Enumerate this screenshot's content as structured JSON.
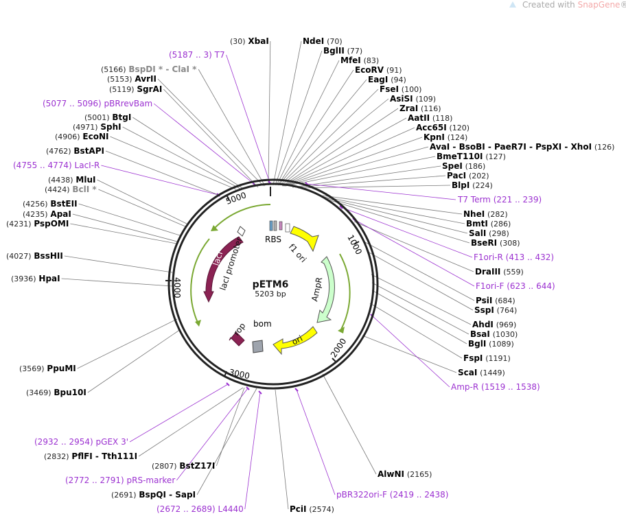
{
  "watermark": {
    "prefix": "Created with ",
    "brand": "SnapGene",
    "reg": "®"
  },
  "plasmid": {
    "name": "pETM6",
    "size": "5203 bp",
    "length": 5203
  },
  "ticks": [
    "1000",
    "2000",
    "3000",
    "4000",
    "5000"
  ],
  "features": [
    {
      "name": "RBS",
      "kind": "RBS"
    },
    {
      "name": "f1 ori",
      "kind": "rep_origin"
    },
    {
      "name": "AmpR",
      "kind": "CDS"
    },
    {
      "name": "ori",
      "kind": "rep_origin"
    },
    {
      "name": "bom",
      "kind": "misc"
    },
    {
      "name": "rop",
      "kind": "CDS"
    },
    {
      "name": "lacI",
      "kind": "CDS"
    },
    {
      "name": "lacI promoter",
      "kind": "promoter"
    }
  ],
  "colors": {
    "lacI": "#8b2253",
    "ori": "#ffff00",
    "AmpR": "#ccffcc",
    "rop": "#8b2253",
    "bom": "#9ea4ad",
    "purple": "#9b30d0",
    "green": "#7aa832"
  },
  "labels": [
    {
      "name": "XbaI",
      "pos": "(30)",
      "style": "bold"
    },
    {
      "name": "NdeI",
      "pos": "(70)",
      "style": "bold"
    },
    {
      "name": "BglII",
      "pos": "(77)",
      "style": "bold"
    },
    {
      "name": "MfeI",
      "pos": "(83)",
      "style": "bold"
    },
    {
      "name": "EcoRV",
      "pos": "(91)",
      "style": "bold"
    },
    {
      "name": "EagI",
      "pos": "(94)",
      "style": "bold"
    },
    {
      "name": "FseI",
      "pos": "(100)",
      "style": "bold"
    },
    {
      "name": "AsiSI",
      "pos": "(109)",
      "style": "bold"
    },
    {
      "name": "ZraI",
      "pos": "(116)",
      "style": "bold"
    },
    {
      "name": "AatII",
      "pos": "(118)",
      "style": "bold"
    },
    {
      "name": "Acc65I",
      "pos": "(120)",
      "style": "bold"
    },
    {
      "name": "KpnI",
      "pos": "(124)",
      "style": "bold"
    },
    {
      "name": "AvaI - BsoBI - PaeR7I - PspXI - XhoI",
      "pos": "(126)",
      "style": "bold"
    },
    {
      "name": "BmeT110I",
      "pos": "(127)",
      "style": "bold"
    },
    {
      "name": "SpeI",
      "pos": "(186)",
      "style": "bold"
    },
    {
      "name": "PacI",
      "pos": "(202)",
      "style": "bold"
    },
    {
      "name": "BlpI",
      "pos": "(224)",
      "style": "bold"
    },
    {
      "name": "T7 Term",
      "pos": "(221 .. 239)",
      "style": "primer"
    },
    {
      "name": "NheI",
      "pos": "(282)",
      "style": "bold"
    },
    {
      "name": "BmtI",
      "pos": "(286)",
      "style": "bold"
    },
    {
      "name": "SalI",
      "pos": "(298)",
      "style": "bold"
    },
    {
      "name": "BseRI",
      "pos": "(308)",
      "style": "bold"
    },
    {
      "name": "F1ori-R",
      "pos": "(413 .. 432)",
      "style": "primer"
    },
    {
      "name": "DraIII",
      "pos": "(559)",
      "style": "bold"
    },
    {
      "name": "F1ori-F",
      "pos": "(623 .. 644)",
      "style": "primer"
    },
    {
      "name": "PsiI",
      "pos": "(684)",
      "style": "bold"
    },
    {
      "name": "SspI",
      "pos": "(764)",
      "style": "bold"
    },
    {
      "name": "AhdI",
      "pos": "(969)",
      "style": "bold"
    },
    {
      "name": "BsaI",
      "pos": "(1030)",
      "style": "bold"
    },
    {
      "name": "BglI",
      "pos": "(1089)",
      "style": "bold"
    },
    {
      "name": "FspI",
      "pos": "(1191)",
      "style": "bold"
    },
    {
      "name": "ScaI",
      "pos": "(1449)",
      "style": "bold"
    },
    {
      "name": "Amp-R",
      "pos": "(1519 .. 1538)",
      "style": "primer"
    },
    {
      "name": "AlwNI",
      "pos": "(2165)",
      "style": "bold"
    },
    {
      "name": "pBR322ori-F",
      "pos": "(2419 .. 2438)",
      "style": "primer"
    },
    {
      "name": "PciI",
      "pos": "(2574)",
      "style": "bold"
    },
    {
      "name": "L4440",
      "pos": "(2672 .. 2689)",
      "style": "primer"
    },
    {
      "name": "BspQI - SapI",
      "pos": "(2691)",
      "style": "bold"
    },
    {
      "name": "pRS-marker",
      "pos": "(2772 .. 2791)",
      "style": "primer"
    },
    {
      "name": "BstZ17I",
      "pos": "(2807)",
      "style": "bold"
    },
    {
      "name": "PflFI - Tth111I",
      "pos": "(2832)",
      "style": "bold"
    },
    {
      "name": "pGEX 3'",
      "pos": "(2932 .. 2954)",
      "style": "primer"
    },
    {
      "name": "Bpu10I",
      "pos": "(3469)",
      "style": "bold"
    },
    {
      "name": "PpuMI",
      "pos": "(3569)",
      "style": "bold"
    },
    {
      "name": "HpaI",
      "pos": "(3936)",
      "style": "bold"
    },
    {
      "name": "BssHII",
      "pos": "(4027)",
      "style": "bold"
    },
    {
      "name": "PspOMI",
      "pos": "(4231)",
      "style": "bold"
    },
    {
      "name": "ApaI",
      "pos": "(4235)",
      "style": "bold"
    },
    {
      "name": "BstEII",
      "pos": "(4256)",
      "style": "bold"
    },
    {
      "name": "BclI *",
      "pos": "(4424)",
      "style": "gray"
    },
    {
      "name": "MluI",
      "pos": "(4438)",
      "style": "bold"
    },
    {
      "name": "LacI-R",
      "pos": "(4755 .. 4774)",
      "style": "primer"
    },
    {
      "name": "BstAPI",
      "pos": "(4762)",
      "style": "bold"
    },
    {
      "name": "EcoNI",
      "pos": "(4906)",
      "style": "bold"
    },
    {
      "name": "SphI",
      "pos": "(4971)",
      "style": "bold"
    },
    {
      "name": "BtgI",
      "pos": "(5001)",
      "style": "bold"
    },
    {
      "name": "pBRrevBam",
      "pos": "(5077 .. 5096)",
      "style": "primer"
    },
    {
      "name": "SgrAI",
      "pos": "(5119)",
      "style": "bold"
    },
    {
      "name": "AvrII",
      "pos": "(5153)",
      "style": "bold"
    },
    {
      "name": "BspDI * - ClaI *",
      "pos": "(5166)",
      "style": "gray"
    },
    {
      "name": "T7",
      "pos": "(5187 .. 3)",
      "style": "primer"
    }
  ]
}
